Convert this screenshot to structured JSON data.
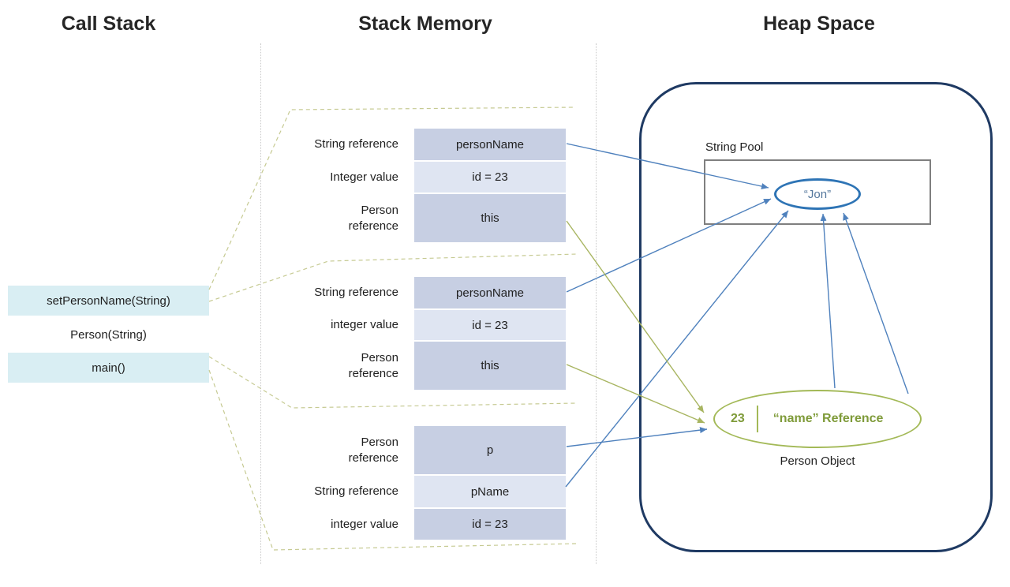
{
  "headers": {
    "call_stack": "Call Stack",
    "stack_memory": "Stack Memory",
    "heap_space": "Heap Space"
  },
  "call_stack": {
    "frames": [
      {
        "label": "setPersonName(String)",
        "highlighted": true
      },
      {
        "label": "Person(String)",
        "highlighted": false
      },
      {
        "label": "main()",
        "highlighted": true
      }
    ]
  },
  "stack_memory": {
    "frames": [
      {
        "rows": [
          {
            "label": "String reference",
            "value": "personName",
            "shade": "dark"
          },
          {
            "label": "Integer value",
            "value": "id = 23",
            "shade": "light"
          },
          {
            "label": "Person reference",
            "value": "this",
            "shade": "dark"
          }
        ]
      },
      {
        "rows": [
          {
            "label": "String reference",
            "value": "personName",
            "shade": "dark"
          },
          {
            "label": "integer value",
            "value": "id = 23",
            "shade": "light"
          },
          {
            "label": "Person reference",
            "value": "this",
            "shade": "dark"
          }
        ]
      },
      {
        "rows": [
          {
            "label": "Person reference",
            "value": "p",
            "shade": "dark"
          },
          {
            "label": "String reference",
            "value": "pName",
            "shade": "light"
          },
          {
            "label": "integer value",
            "value": "id = 23",
            "shade": "dark"
          }
        ]
      }
    ]
  },
  "heap": {
    "string_pool_label": "String Pool",
    "string_literal": "“Jon”",
    "person_object": {
      "id": "23",
      "reference": "“name” Reference",
      "caption": "Person Object"
    }
  },
  "colors": {
    "call_stack_highlight": "#d9eef3",
    "memory_box_dark": "#c7cfe3",
    "memory_box_light": "#dfe5f2",
    "heap_border": "#1f3a63",
    "string_pool_border": "#7f7f7f",
    "string_ellipse_blue": "#2e74b5",
    "person_ellipse_green": "#a3b957",
    "arrow_blue": "#4f81bd",
    "arrow_green": "#a8b561",
    "dashed_connector": "#c6ca92"
  }
}
